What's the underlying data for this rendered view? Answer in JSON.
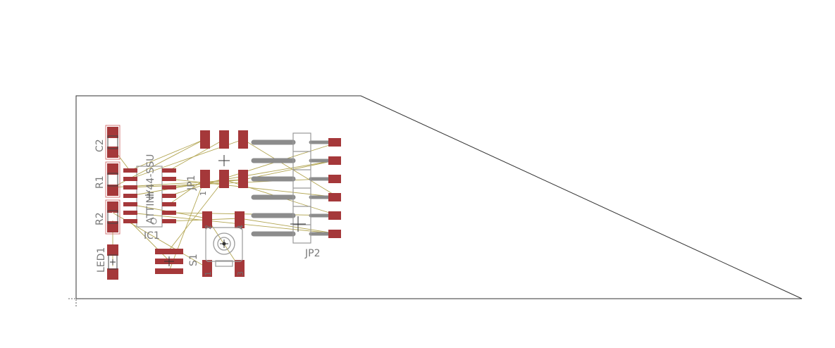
{
  "colors": {
    "background": "#ffffff",
    "board_outline": "#333333",
    "pad": "#a5383a",
    "silkscreen": "#9a9a9a",
    "airwire": "#b3a653",
    "header_pin": "#8c8c8c"
  },
  "components": {
    "c2": "C2",
    "r1": "R1",
    "r2": "R2",
    "led1": "LED1",
    "ic_value": "ATTINY44-SSU",
    "ic_name": "IC1",
    "jp1": "JP1",
    "jp1_pin": "1",
    "s1": "S1",
    "s1_pin1": "1",
    "s1_pin2": "2",
    "s1_pin3": "3",
    "s1_pin4": "4",
    "jp2": "JP2"
  }
}
